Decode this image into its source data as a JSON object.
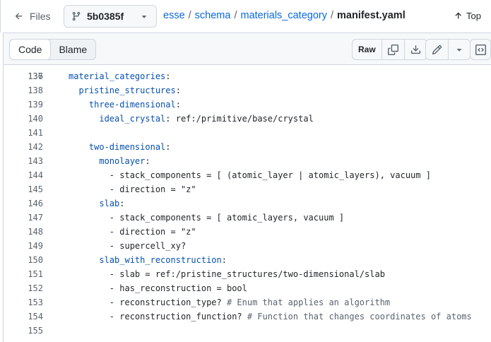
{
  "header": {
    "files_label": "Files",
    "branch": "5b0385f",
    "breadcrumb": [
      "esse",
      "schema",
      "materials_category"
    ],
    "file_name": "manifest.yaml",
    "top_label": "Top"
  },
  "toolbar": {
    "tabs": [
      "Code",
      "Blame"
    ],
    "raw_label": "Raw"
  },
  "code": {
    "partial_line_number": "136",
    "lines": [
      {
        "n": "137",
        "indent": "",
        "key": "material_categories",
        "rest": ":",
        "comment": ""
      },
      {
        "n": "138",
        "indent": "  ",
        "key": "pristine_structures",
        "rest": ":",
        "comment": ""
      },
      {
        "n": "139",
        "indent": "    ",
        "key": "three-dimensional",
        "rest": ":",
        "comment": ""
      },
      {
        "n": "140",
        "indent": "      ",
        "key": "ideal_crystal",
        "rest": ": ref:/primitive/base/crystal",
        "comment": ""
      },
      {
        "n": "141",
        "indent": "",
        "key": "",
        "rest": "",
        "comment": ""
      },
      {
        "n": "142",
        "indent": "    ",
        "key": "two-dimensional",
        "rest": ":",
        "comment": ""
      },
      {
        "n": "143",
        "indent": "      ",
        "key": "monolayer",
        "rest": ":",
        "comment": ""
      },
      {
        "n": "144",
        "indent": "        ",
        "key": "",
        "rest": "- stack_components = [ (atomic_layer | atomic_layers), vacuum ]",
        "comment": ""
      },
      {
        "n": "145",
        "indent": "        ",
        "key": "",
        "rest": "- direction = \"z\"",
        "comment": ""
      },
      {
        "n": "146",
        "indent": "      ",
        "key": "slab",
        "rest": ":",
        "comment": ""
      },
      {
        "n": "147",
        "indent": "        ",
        "key": "",
        "rest": "- stack_components = [ atomic_layers, vacuum ]",
        "comment": ""
      },
      {
        "n": "148",
        "indent": "        ",
        "key": "",
        "rest": "- direction = \"z\"",
        "comment": ""
      },
      {
        "n": "149",
        "indent": "        ",
        "key": "",
        "rest": "- supercell_xy?",
        "comment": ""
      },
      {
        "n": "150",
        "indent": "      ",
        "key": "slab_with_reconstruction",
        "rest": ":",
        "comment": ""
      },
      {
        "n": "151",
        "indent": "        ",
        "key": "",
        "rest": "- slab = ref:/pristine_structures/two-dimensional/slab",
        "comment": ""
      },
      {
        "n": "152",
        "indent": "        ",
        "key": "",
        "rest": "- has_reconstruction = bool",
        "comment": ""
      },
      {
        "n": "153",
        "indent": "        ",
        "key": "",
        "rest": "- reconstruction_type? ",
        "comment": "# Enum that applies an algorithm"
      },
      {
        "n": "154",
        "indent": "        ",
        "key": "",
        "rest": "- reconstruction_function? ",
        "comment": "# Function that changes coordinates of atoms"
      },
      {
        "n": "155",
        "indent": "",
        "key": "",
        "rest": "",
        "comment": ""
      }
    ]
  },
  "colors": {
    "link": "#0969da",
    "yaml_key": "#0550ae",
    "comment": "#59636e",
    "border": "#d0d7de"
  }
}
